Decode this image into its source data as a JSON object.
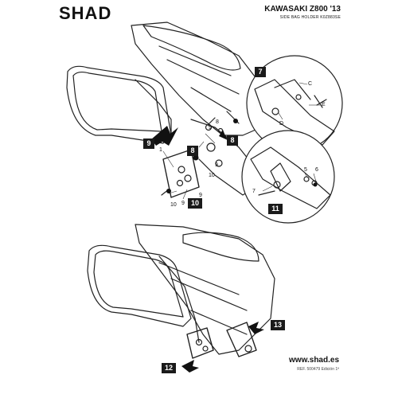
{
  "header": {
    "brand": "SHAD",
    "model": "KAWASAKI Z800 '13",
    "subtitle": "SIDE BAG HOLDER K0Z883SE"
  },
  "footer": {
    "website": "www.shad.es",
    "reference": "REF. 500479 Edición 1ª"
  },
  "steps": {
    "s7": "7",
    "s8a": "8",
    "s8b": "8",
    "s9": "9",
    "s10": "10",
    "s11": "11",
    "s12": "12",
    "s13": "13"
  },
  "callouts": {
    "c_C": "C",
    "c_D": "D",
    "c_E": "E",
    "n1": "1",
    "n5": "5",
    "n6": "6",
    "n7": "7",
    "n8": "8",
    "n9a": "9",
    "n9b": "9",
    "n9c": "9",
    "n9d": "9",
    "n10a": "10",
    "n10b": "10"
  }
}
